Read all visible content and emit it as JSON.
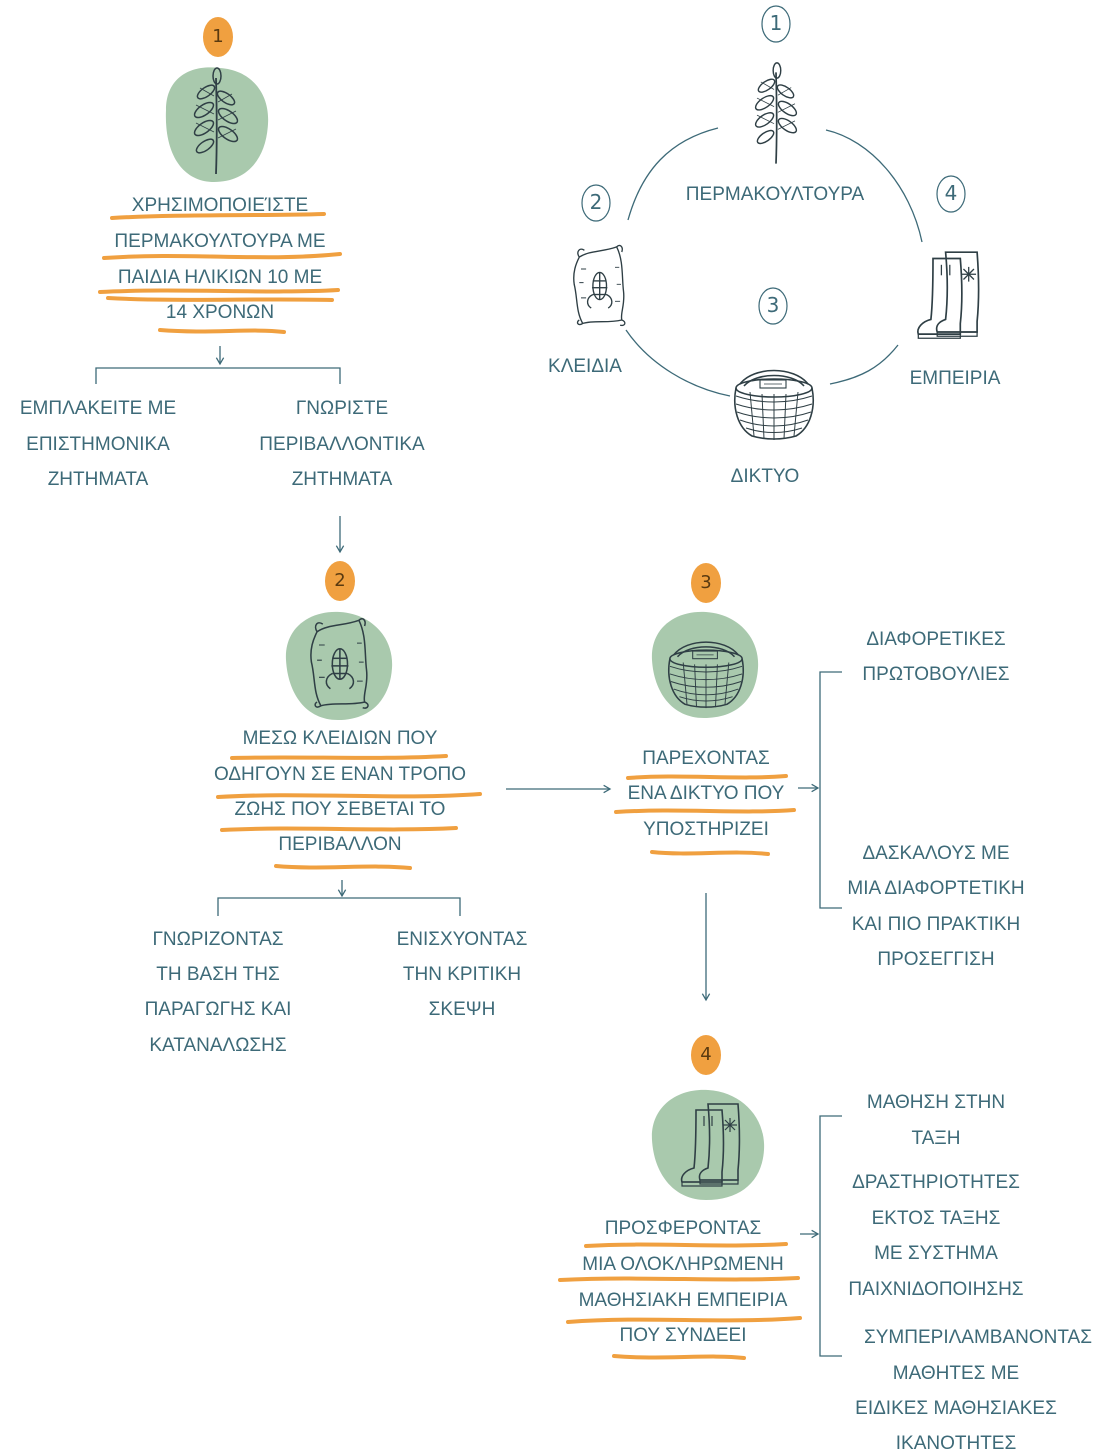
{
  "colors": {
    "text": "#3d6a78",
    "line": "#3d6a78",
    "accent_orange": "#f0a040",
    "circle_green": "#a9c9ad",
    "icon_stroke": "#2f3f45",
    "badge_text": "#5a3a10"
  },
  "cycle": {
    "center_label": "ΠΕΡΜΑΚΟΥΛΤΟΥΡΑ",
    "nodes": [
      {
        "number": "1",
        "icon": "leaf-icon"
      },
      {
        "number": "2",
        "label": "ΚΛΕΙΔΙΑ",
        "icon": "seed-sack-icon"
      },
      {
        "number": "3",
        "label": "ΔΙΚΤΥΟ",
        "icon": "basket-icon"
      },
      {
        "number": "4",
        "label": "ΕΜΠΕΙΡΙΑ",
        "icon": "boots-icon"
      }
    ]
  },
  "step1": {
    "badge": "1",
    "icon": "leaf-icon",
    "lines": [
      "ΧΡΗΣΙΜΟΠΟΙΕΊΣΤΕ",
      "ΠΕΡΜΑΚΟΥΛΤΟΥΡΑ ΜΕ",
      "ΠΑΙΔΙΑ ΗΛΙΚΙΩΝ 10 ΜΕ",
      "14 ΧΡΟΝΩΝ"
    ],
    "branch_left": [
      "ΕΜΠΛΑΚΕΙΤΕ ΜΕ",
      "ΕΠΙΣΤΗΜΟΝΙΚΑ",
      "ΖΗΤΗΜΑΤΑ"
    ],
    "branch_right": [
      "ΓΝΩΡΙΣΤΕ",
      "ΠΕΡΙΒΑΛΛΟΝΤΙΚΑ",
      "ΖΗΤΗΜΑΤΑ"
    ]
  },
  "step2": {
    "badge": "2",
    "icon": "seed-sack-icon",
    "lines": [
      "ΜΕΣΩ ΚΛΕΙΔΙΩΝ ΠΟΥ",
      "ΟΔΗΓΟΥΝ ΣΕ ΕΝΑΝ ΤΡΟΠΟ",
      "ΖΩΗΣ ΠΟΥ ΣΕΒΕΤΑΙ ΤΟ",
      "ΠΕΡΙΒΑΛΛΟΝ"
    ],
    "branch_left": [
      "ΓΝΩΡΙΖΟΝΤΑΣ",
      "ΤΗ ΒΑΣΗ ΤΗΣ",
      "ΠΑΡΑΓΩΓΗΣ ΚΑΙ",
      "ΚΑΤΑΝΑΛΩΣΗΣ"
    ],
    "branch_right": [
      "ΕΝΙΣΧΥΟΝΤΑΣ",
      "ΤΗΝ ΚΡΙΤΙΚΗ",
      "ΣΚΕΨΗ"
    ]
  },
  "step3": {
    "badge": "3",
    "icon": "basket-icon",
    "lines": [
      "ΠΑΡΕΧΟΝΤΑΣ",
      "ΕΝΑ ΔΙΚΤΥΟ ΠΟΥ",
      "ΥΠΟΣΤΗΡΙΖΕΙ"
    ],
    "branch_top": [
      "ΔΙΑΦΟΡΕΤΙΚΕΣ",
      "ΠΡΩΤΟΒΟΥΛΙΕΣ"
    ],
    "branch_bottom": [
      "ΔΑΣΚΑΛΟΥΣ ΜΕ",
      "ΜΙΑ ΔΙΑΦΟΡΤΕΤΙΚΗ",
      "ΚΑΙ ΠΙΟ ΠΡΑΚΤΙΚΗ",
      "ΠΡΟΣΕΓΓΙΣΗ"
    ]
  },
  "step4": {
    "badge": "4",
    "icon": "boots-icon",
    "lines": [
      "ΠΡΟΣΦΕΡΟΝΤΑΣ",
      "ΜΙΑ ΟΛΟΚΛΗΡΩΜΕΝΗ",
      "ΜΑΘΗΣΙΑΚΗ ΕΜΠΕΙΡΙΑ",
      "ΠΟΥ ΣΥΝΔΕΕΙ"
    ],
    "branch_a": [
      "ΜΑΘΗΣΗ ΣΤΗΝ",
      "ΤΑΞΗ"
    ],
    "branch_b": [
      "ΔΡΑΣΤΗΡΙΟΤΗΤΕΣ",
      "ΕΚΤΟΣ ΤΑΞΗΣ",
      "ΜΕ ΣΥΣΤΗΜΑ",
      "ΠΑΙΧΝΙΔΟΠΟΙΗΣΗΣ"
    ],
    "branch_c": [
      "ΣΥΜΠΕΡΙΛΑΜΒΑΝΟΝΤΑΣ",
      "ΜΑΘΗΤΕΣ ΜΕ",
      "ΕΙΔΙΚΕΣ ΜΑΘΗΣΙΑΚΕΣ",
      "ΙΚΑΝΟΤΗΤΕΣ"
    ]
  }
}
